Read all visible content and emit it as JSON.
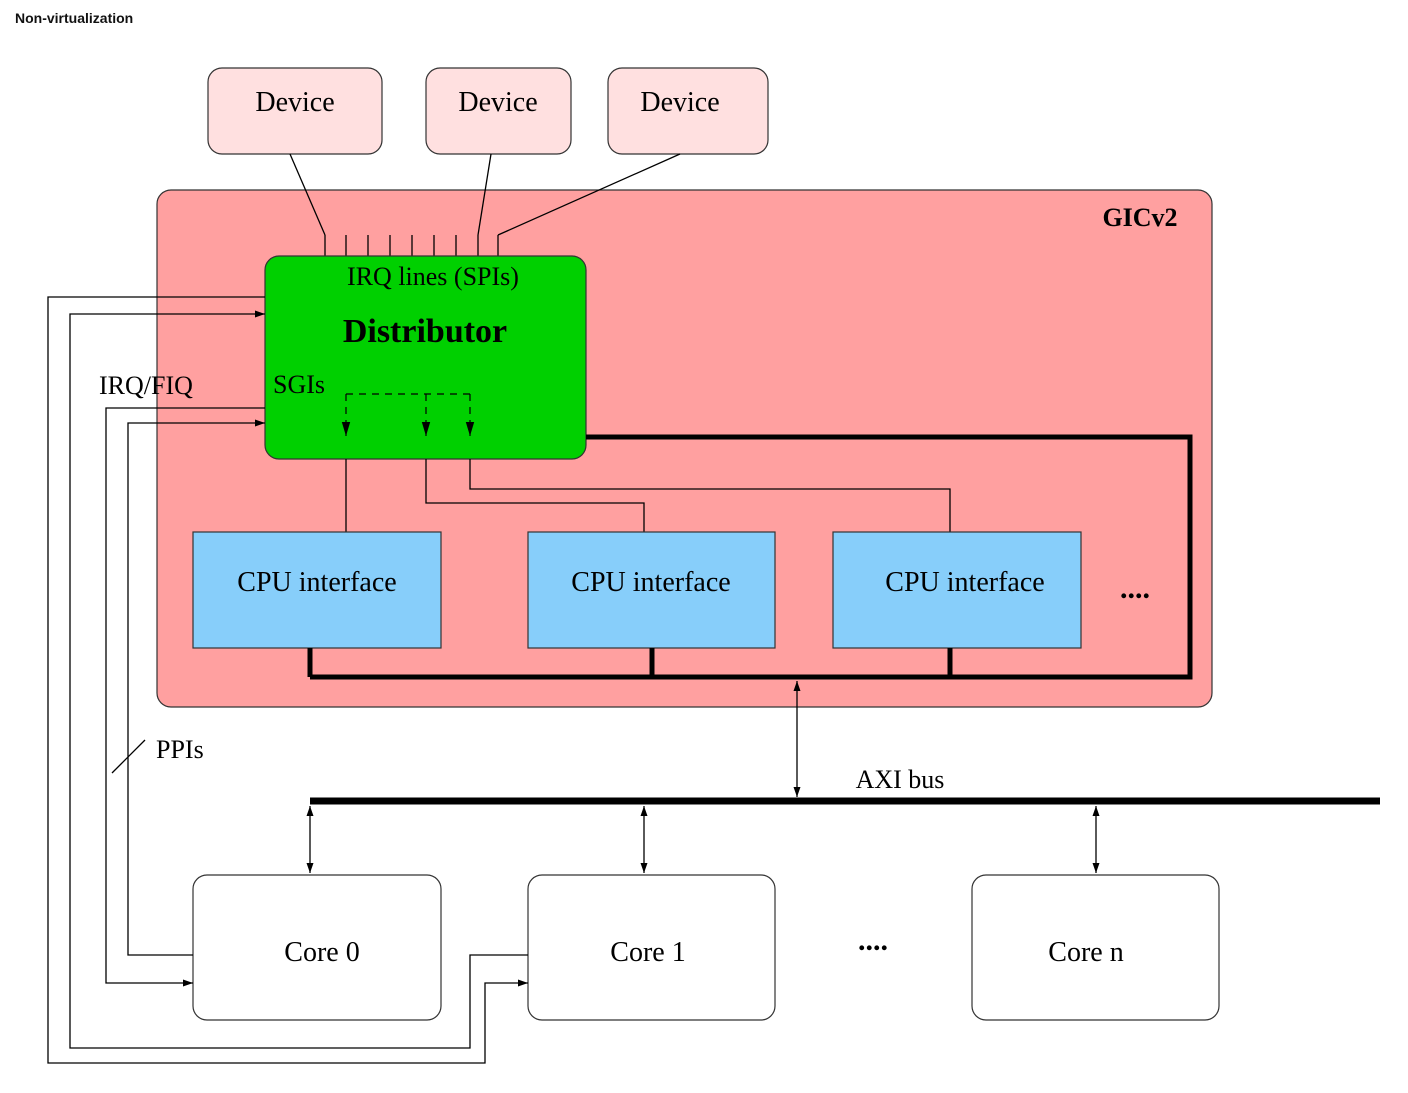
{
  "heading": "Non-virtualization",
  "gic": {
    "title": "GICv2",
    "fill": "#ffa0a0"
  },
  "devices": [
    {
      "label": "Device"
    },
    {
      "label": "Device"
    },
    {
      "label": "Device"
    }
  ],
  "device_fill": "#ffe0e0",
  "distributor": {
    "title": "Distributor",
    "irq_lines_label": "IRQ lines (SPIs)",
    "sgis_label": "SGIs",
    "fill": "#00d000"
  },
  "cpu_interfaces": [
    {
      "label": "CPU interface"
    },
    {
      "label": "CPU interface"
    },
    {
      "label": "CPU interface"
    }
  ],
  "cpu_interface_fill": "#87cefa",
  "cpu_interface_more": "....",
  "labels": {
    "irq_fiq": "IRQ/FIQ",
    "ppis": "PPIs",
    "axi_bus": "AXI bus"
  },
  "cores": [
    {
      "label": "Core 0"
    },
    {
      "label": "Core 1"
    },
    {
      "label": "Core n"
    }
  ],
  "cores_more": "...."
}
